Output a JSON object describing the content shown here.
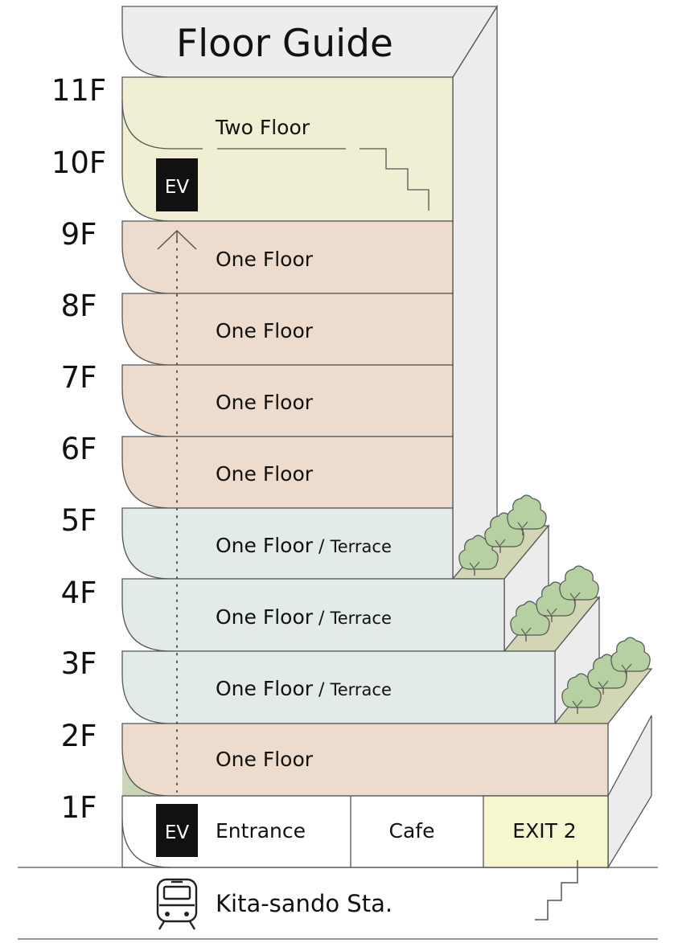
{
  "title": "Floor Guide",
  "floor_labels": [
    "11F",
    "10F",
    "9F",
    "8F",
    "7F",
    "6F",
    "5F",
    "4F",
    "3F",
    "2F",
    "1F"
  ],
  "floors": {
    "ten_eleven": "Two Floor",
    "nine": "One Floor",
    "eight": "One Floor",
    "seven": "One Floor",
    "six": "One Floor",
    "five": {
      "main": "One Floor",
      "sep": " / ",
      "extra": "Terrace"
    },
    "four": {
      "main": "One Floor",
      "sep": " / ",
      "extra": "Terrace"
    },
    "three": {
      "main": "One Floor",
      "sep": " / ",
      "extra": "Terrace"
    },
    "two": "One Floor"
  },
  "first_floor": {
    "entrance": "Entrance",
    "cafe": "Cafe",
    "exit": "EXIT 2"
  },
  "ev_label": "EV",
  "station": "Kita-sando Sta.",
  "colors": {
    "two_floor": "#f1efd3",
    "one_floor": "#eddccd",
    "terrace": "#e2ebea",
    "exit": "#f7f7cf",
    "side_wall": "#ececec",
    "roof": "#ededed",
    "planter": "#d2d6b5",
    "tree": "#b7d0a2",
    "line": "#555555"
  }
}
